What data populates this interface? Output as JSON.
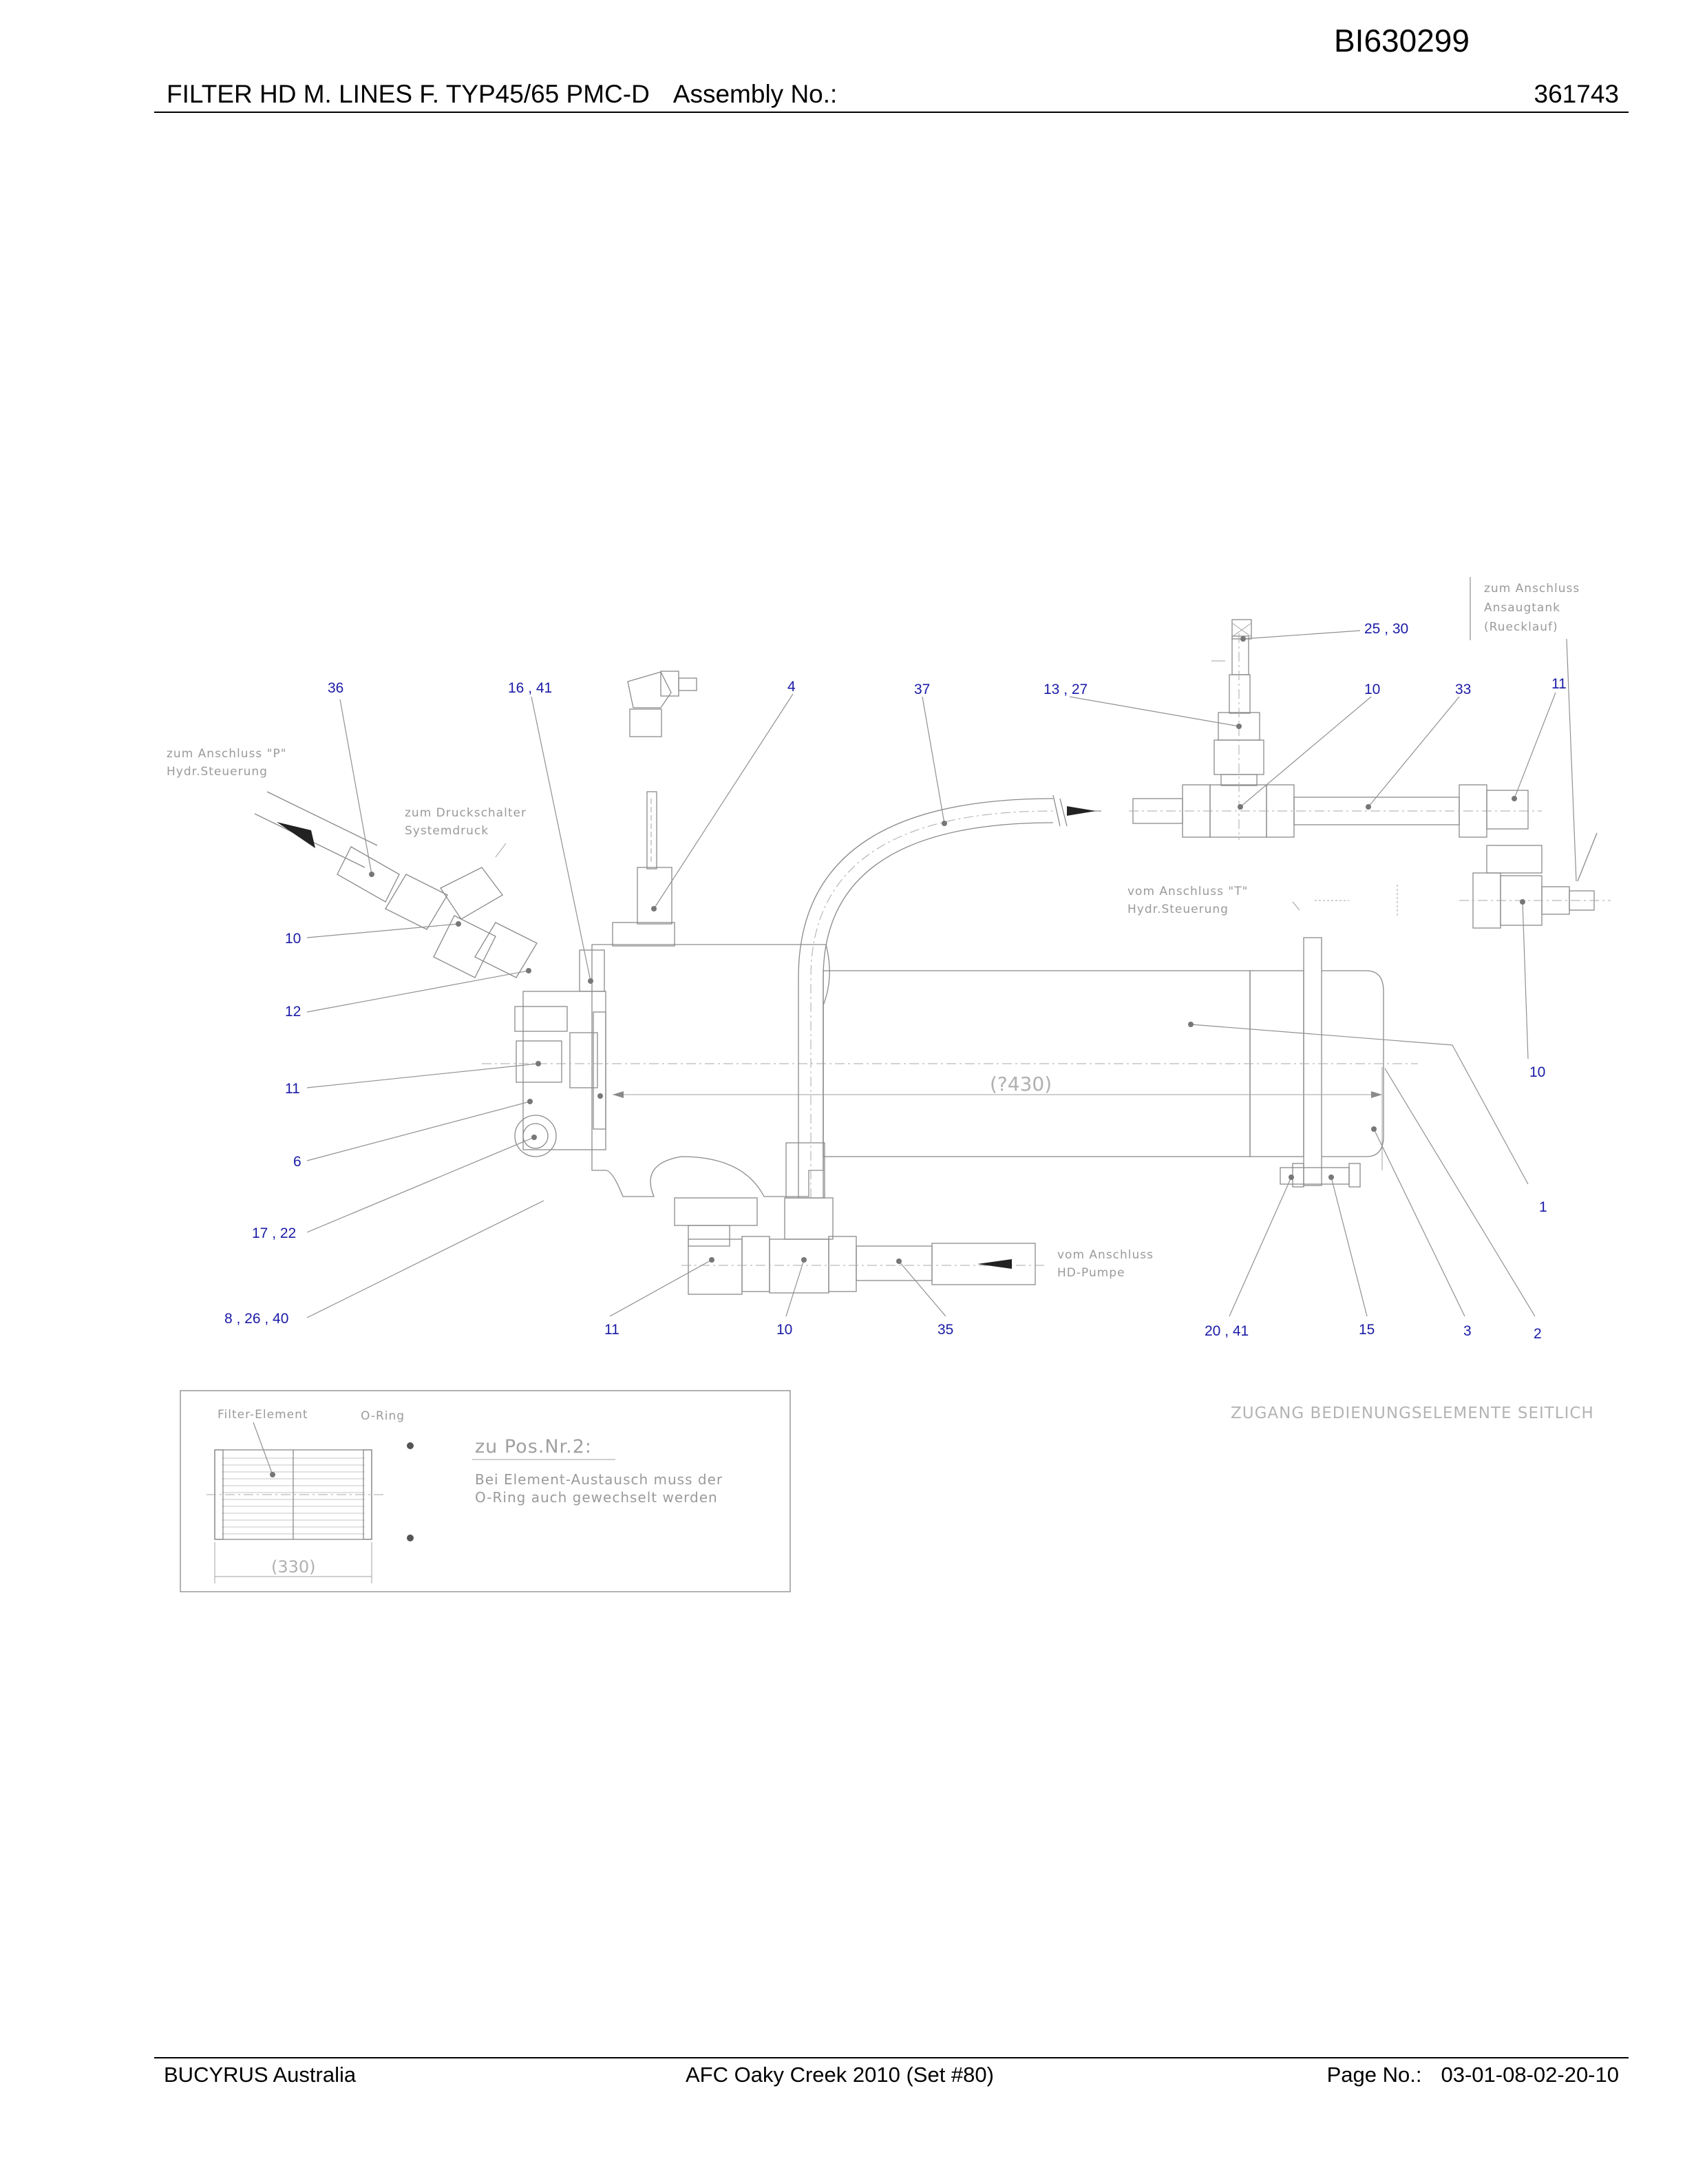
{
  "header": {
    "doc_id": "BI630299",
    "title": "FILTER HD M. LINES F. TYP45/65 PMC-D",
    "assembly_label": "Assembly No.:",
    "assembly_no": "361743"
  },
  "footer": {
    "company": "BUCYRUS Australia",
    "project": "AFC Oaky Creek 2010 (Set #80)",
    "page_label": "Page No.:",
    "page_no": "03-01-08-02-20-10"
  },
  "drawing": {
    "callouts": {
      "c36": "36",
      "c16_41": "16 , 41",
      "c4": "4",
      "c37": "37",
      "c13_27": "13 , 27",
      "c25_30": "25 , 30",
      "c10_top": "10",
      "c33": "33",
      "c11_top": "11",
      "c10_left": "10",
      "c12": "12",
      "c11_left": "11",
      "c6": "6",
      "c17_22": "17 , 22",
      "c8_26_40": "8 , 26 , 40",
      "c11_bot": "11",
      "c10_bot": "10",
      "c35": "35",
      "c20_41": "20 , 41",
      "c15": "15",
      "c3": "3",
      "c2": "2",
      "c10_right": "10",
      "c1": "1"
    },
    "notes": {
      "p_line1": "zum Anschluss \"P\"",
      "p_line2": "Hydr.Steuerung",
      "druck_line1": "zum Druckschalter",
      "druck_line2": "Systemdruck",
      "t_line1": "vom Anschluss \"T\"",
      "t_line2": "Hydr.Steuerung",
      "tank_line1": "zum Anschluss",
      "tank_line2": "Ansaugtank",
      "tank_line3": "(Ruecklauf)",
      "hd_line1": "vom Anschluss",
      "hd_line2": "HD-Pumpe",
      "access": "ZUGANG BEDIENUNGSELEMENTE SEITLICH"
    },
    "dimension_main": "(?430)",
    "inset": {
      "label_element": "Filter-Element",
      "label_oring": "O-Ring",
      "heading": "zu Pos.Nr.2:",
      "text_line1": "Bei Element-Austausch muss der",
      "text_line2": "O-Ring auch gewechselt werden",
      "dimension": "(330)"
    }
  }
}
